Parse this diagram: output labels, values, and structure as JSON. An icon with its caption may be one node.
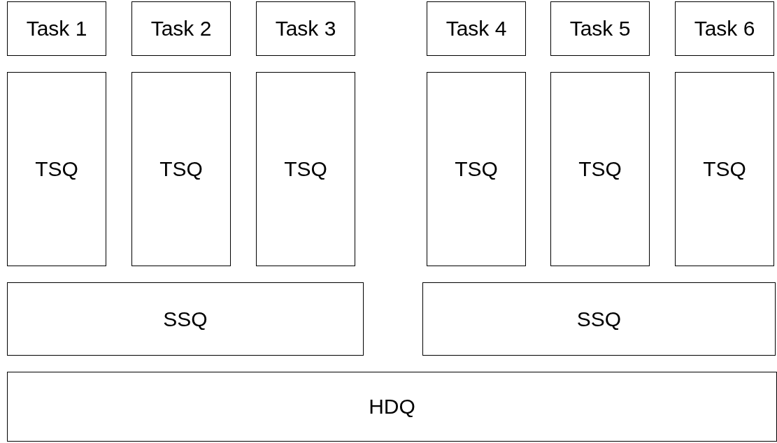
{
  "diagram": {
    "nodes": [
      {
        "text": [
          "Task 1"
        ]
      },
      {
        "text": [
          "Task 2"
        ]
      },
      {
        "text": [
          "Task 3"
        ]
      },
      {
        "text": [
          "Task 4"
        ]
      },
      {
        "text": [
          "Task 5"
        ]
      },
      {
        "text": [
          "Task 6"
        ]
      },
      {
        "text": [
          "TSQ"
        ]
      },
      {
        "text": [
          "TSQ"
        ]
      },
      {
        "text": [
          "TSQ"
        ]
      },
      {
        "text": [
          "TSQ"
        ]
      },
      {
        "text": [
          "TSQ"
        ]
      },
      {
        "text": [
          "TSQ"
        ]
      },
      {
        "text": [
          "SSQ"
        ]
      },
      {
        "text": [
          "SSQ"
        ]
      },
      {
        "text": [
          "HDQ"
        ]
      }
    ]
  }
}
